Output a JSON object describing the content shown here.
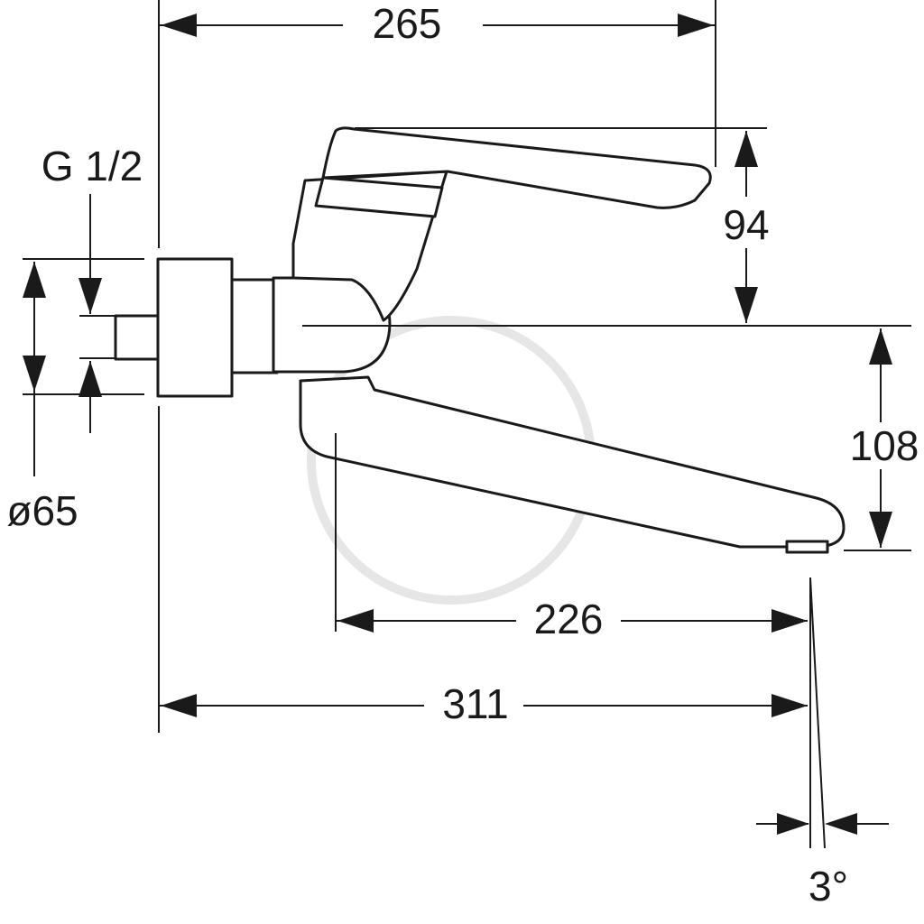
{
  "drawing": {
    "labels": {
      "width_total": "265",
      "thread": "G 1/2",
      "height_lever": "94",
      "height_spout": "108",
      "diameter": "ø65",
      "spout_reach": "226",
      "projection": "311",
      "angle": "3°"
    },
    "colors": {
      "line": "#1a1a1a",
      "background": "#ffffff",
      "watermark": "#e6e6e6"
    }
  }
}
